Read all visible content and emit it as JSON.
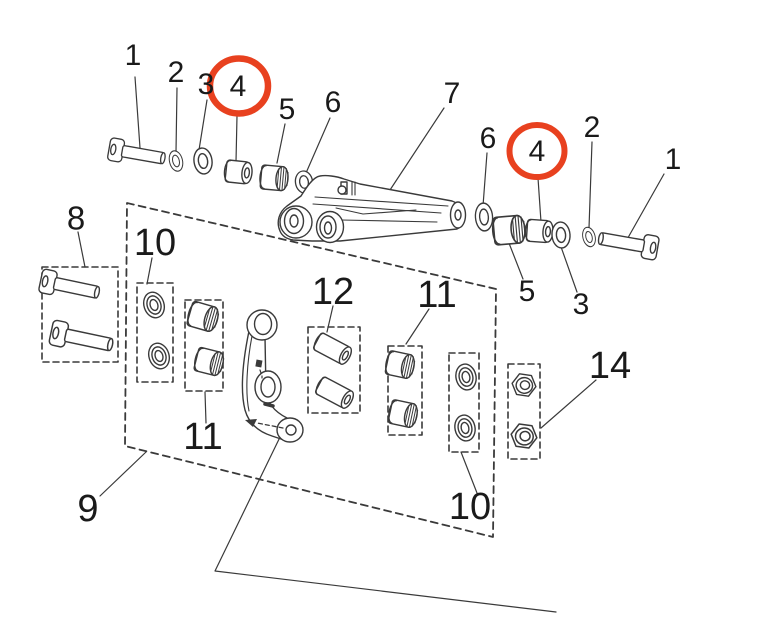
{
  "diagram": {
    "type": "exploded-parts-diagram",
    "background_color": "#ffffff",
    "line_color": "#3a3a3a",
    "label_color": "#1a1a1a",
    "highlight_color": "#e8411f",
    "callouts": [
      {
        "label": "1",
        "part": "socket-head-bolt",
        "area": "top-left",
        "highlighted": false
      },
      {
        "label": "2",
        "part": "washer-small",
        "area": "top-left",
        "highlighted": false
      },
      {
        "label": "3",
        "part": "washer",
        "area": "top-left",
        "highlighted": false
      },
      {
        "label": "4",
        "part": "spacer-bushing",
        "area": "top-left",
        "highlighted": true
      },
      {
        "label": "5",
        "part": "needle-bearing",
        "area": "top-left",
        "highlighted": false
      },
      {
        "label": "6",
        "part": "washer",
        "area": "top-left",
        "highlighted": false
      },
      {
        "label": "7",
        "part": "linkage-arm",
        "area": "top-center",
        "highlighted": false
      },
      {
        "label": "6",
        "part": "washer",
        "area": "top-right",
        "highlighted": false
      },
      {
        "label": "4",
        "part": "spacer-bushing",
        "area": "top-right",
        "highlighted": true
      },
      {
        "label": "2",
        "part": "washer-small",
        "area": "top-right",
        "highlighted": false
      },
      {
        "label": "1",
        "part": "socket-head-bolt",
        "area": "top-right",
        "highlighted": false
      },
      {
        "label": "5",
        "part": "needle-bearing",
        "area": "top-right",
        "highlighted": false
      },
      {
        "label": "3",
        "part": "washer",
        "area": "top-right",
        "highlighted": false
      },
      {
        "label": "8",
        "part": "bolt-pair",
        "area": "mid-left",
        "highlighted": false
      },
      {
        "label": "10",
        "part": "seal-pair",
        "area": "center-left",
        "highlighted": false
      },
      {
        "label": "12",
        "part": "spacer-pin-pair",
        "area": "center",
        "highlighted": false
      },
      {
        "label": "11",
        "part": "needle-bearing-pair",
        "area": "center-right",
        "highlighted": false
      },
      {
        "label": "14",
        "part": "flange-nut-pair",
        "area": "right",
        "highlighted": false
      },
      {
        "label": "11",
        "part": "needle-bearing-pair",
        "area": "center-left",
        "highlighted": false
      },
      {
        "label": "9",
        "part": "linkage-kit-box",
        "area": "bottom-left",
        "highlighted": false
      },
      {
        "label": "10",
        "part": "seal-pair",
        "area": "center-right",
        "highlighted": false
      }
    ]
  }
}
